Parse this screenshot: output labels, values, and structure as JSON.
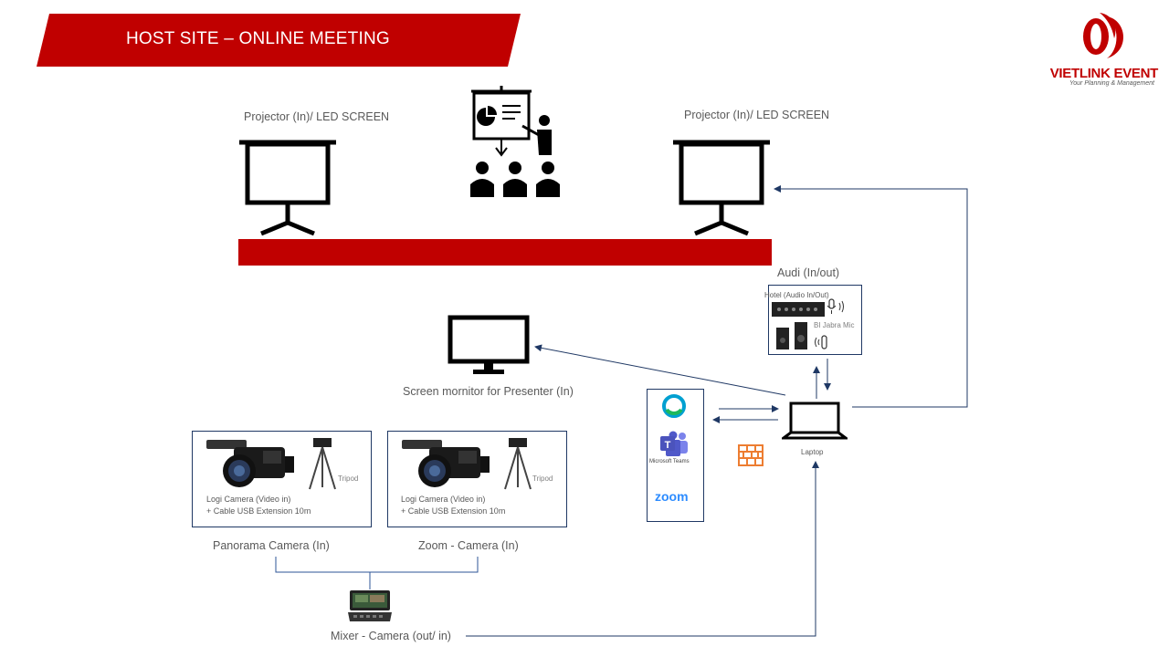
{
  "header": {
    "title": "HOST SITE – ONLINE MEETING",
    "banner_color": "#c00000"
  },
  "logo": {
    "name": "VIETLINK EVENT",
    "tagline": "Your Planning & Management",
    "brand_color": "#c00000"
  },
  "nodes": {
    "projector_left": {
      "label": "Projector  (In)/ LED SCREEN",
      "icon": "projector-screen-icon"
    },
    "projector_right": {
      "label": "Projector  (In)/ LED SCREEN",
      "icon": "projector-screen-icon"
    },
    "presenter": {
      "icon": "presentation-audience-icon"
    },
    "stage": {
      "color": "#c00000"
    },
    "audio": {
      "title": "Audi (In/out)",
      "hotel_label": "Hotel (Audio In/Out)",
      "jabra_label": "BI Jabra Mic"
    },
    "monitor": {
      "label": "Screen mornitor for Presenter  (In)",
      "icon": "monitor-icon"
    },
    "laptop": {
      "label": "Laptop",
      "icon": "laptop-icon"
    },
    "apps": {
      "items": [
        {
          "name": "webex",
          "icon": "webex-icon"
        },
        {
          "name": "Microsoft Teams",
          "icon": "teams-icon"
        },
        {
          "name": "zoom",
          "icon": "zoom-icon"
        }
      ]
    },
    "firewall": {
      "icon": "firewall-icon",
      "color": "#ed7d31"
    },
    "camera_panorama": {
      "caption_line1": "Logi Camera (Video in)",
      "caption_line2": "+ Cable USB Extension 10m",
      "tripod": "Tripod",
      "label": "Panorama  Camera  (In)"
    },
    "camera_zoom": {
      "caption_line1": "Logi Camera (Video in)",
      "caption_line2": "+ Cable USB Extension 10m",
      "tripod": "Tripod",
      "label": "Zoom - Camera  (In)"
    },
    "mixer": {
      "label": "Mixer - Camera  (out/ in)",
      "icon": "video-mixer-icon"
    }
  },
  "colors": {
    "connector": "#1f3864",
    "line": "#2e5597"
  }
}
